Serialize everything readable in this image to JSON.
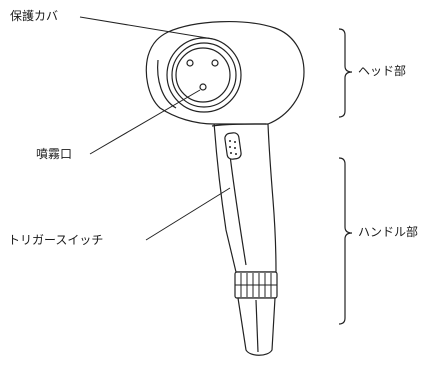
{
  "labels": {
    "protective_cover": "保護カバ",
    "nozzle": "噴霧口",
    "trigger_switch": "トリガースイッチ",
    "head": "ヘッド部",
    "handle": "ハンドル部"
  },
  "colors": {
    "line": "#222222",
    "background": "#ffffff"
  }
}
